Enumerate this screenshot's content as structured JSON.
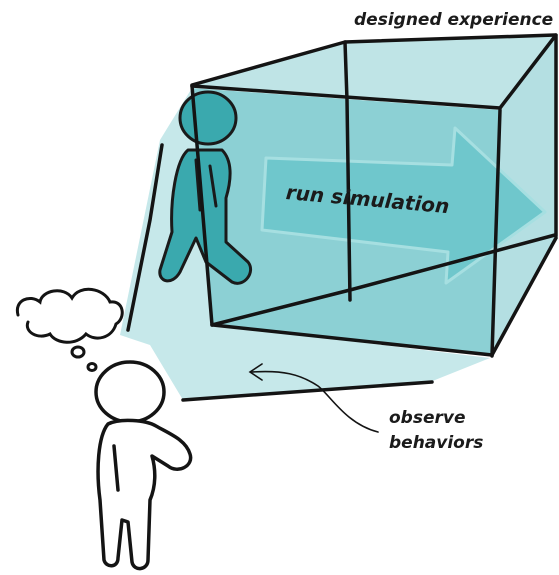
{
  "labels": {
    "designed_experience": "designed experience",
    "run_simulation": "run simulation",
    "observe_line1": "observe",
    "observe_line2": "behaviors"
  },
  "colors": {
    "light_teal": "#c6e8ea",
    "cube_teal": "#88cfd2",
    "figure_teal": "#3aa9ae",
    "arrow_fill": "#6fc7cc",
    "ink": "#141414"
  },
  "icons": {
    "simulated_person": "walking-person-icon",
    "observer": "observer-person-icon",
    "thought": "thought-bubble-icon"
  }
}
